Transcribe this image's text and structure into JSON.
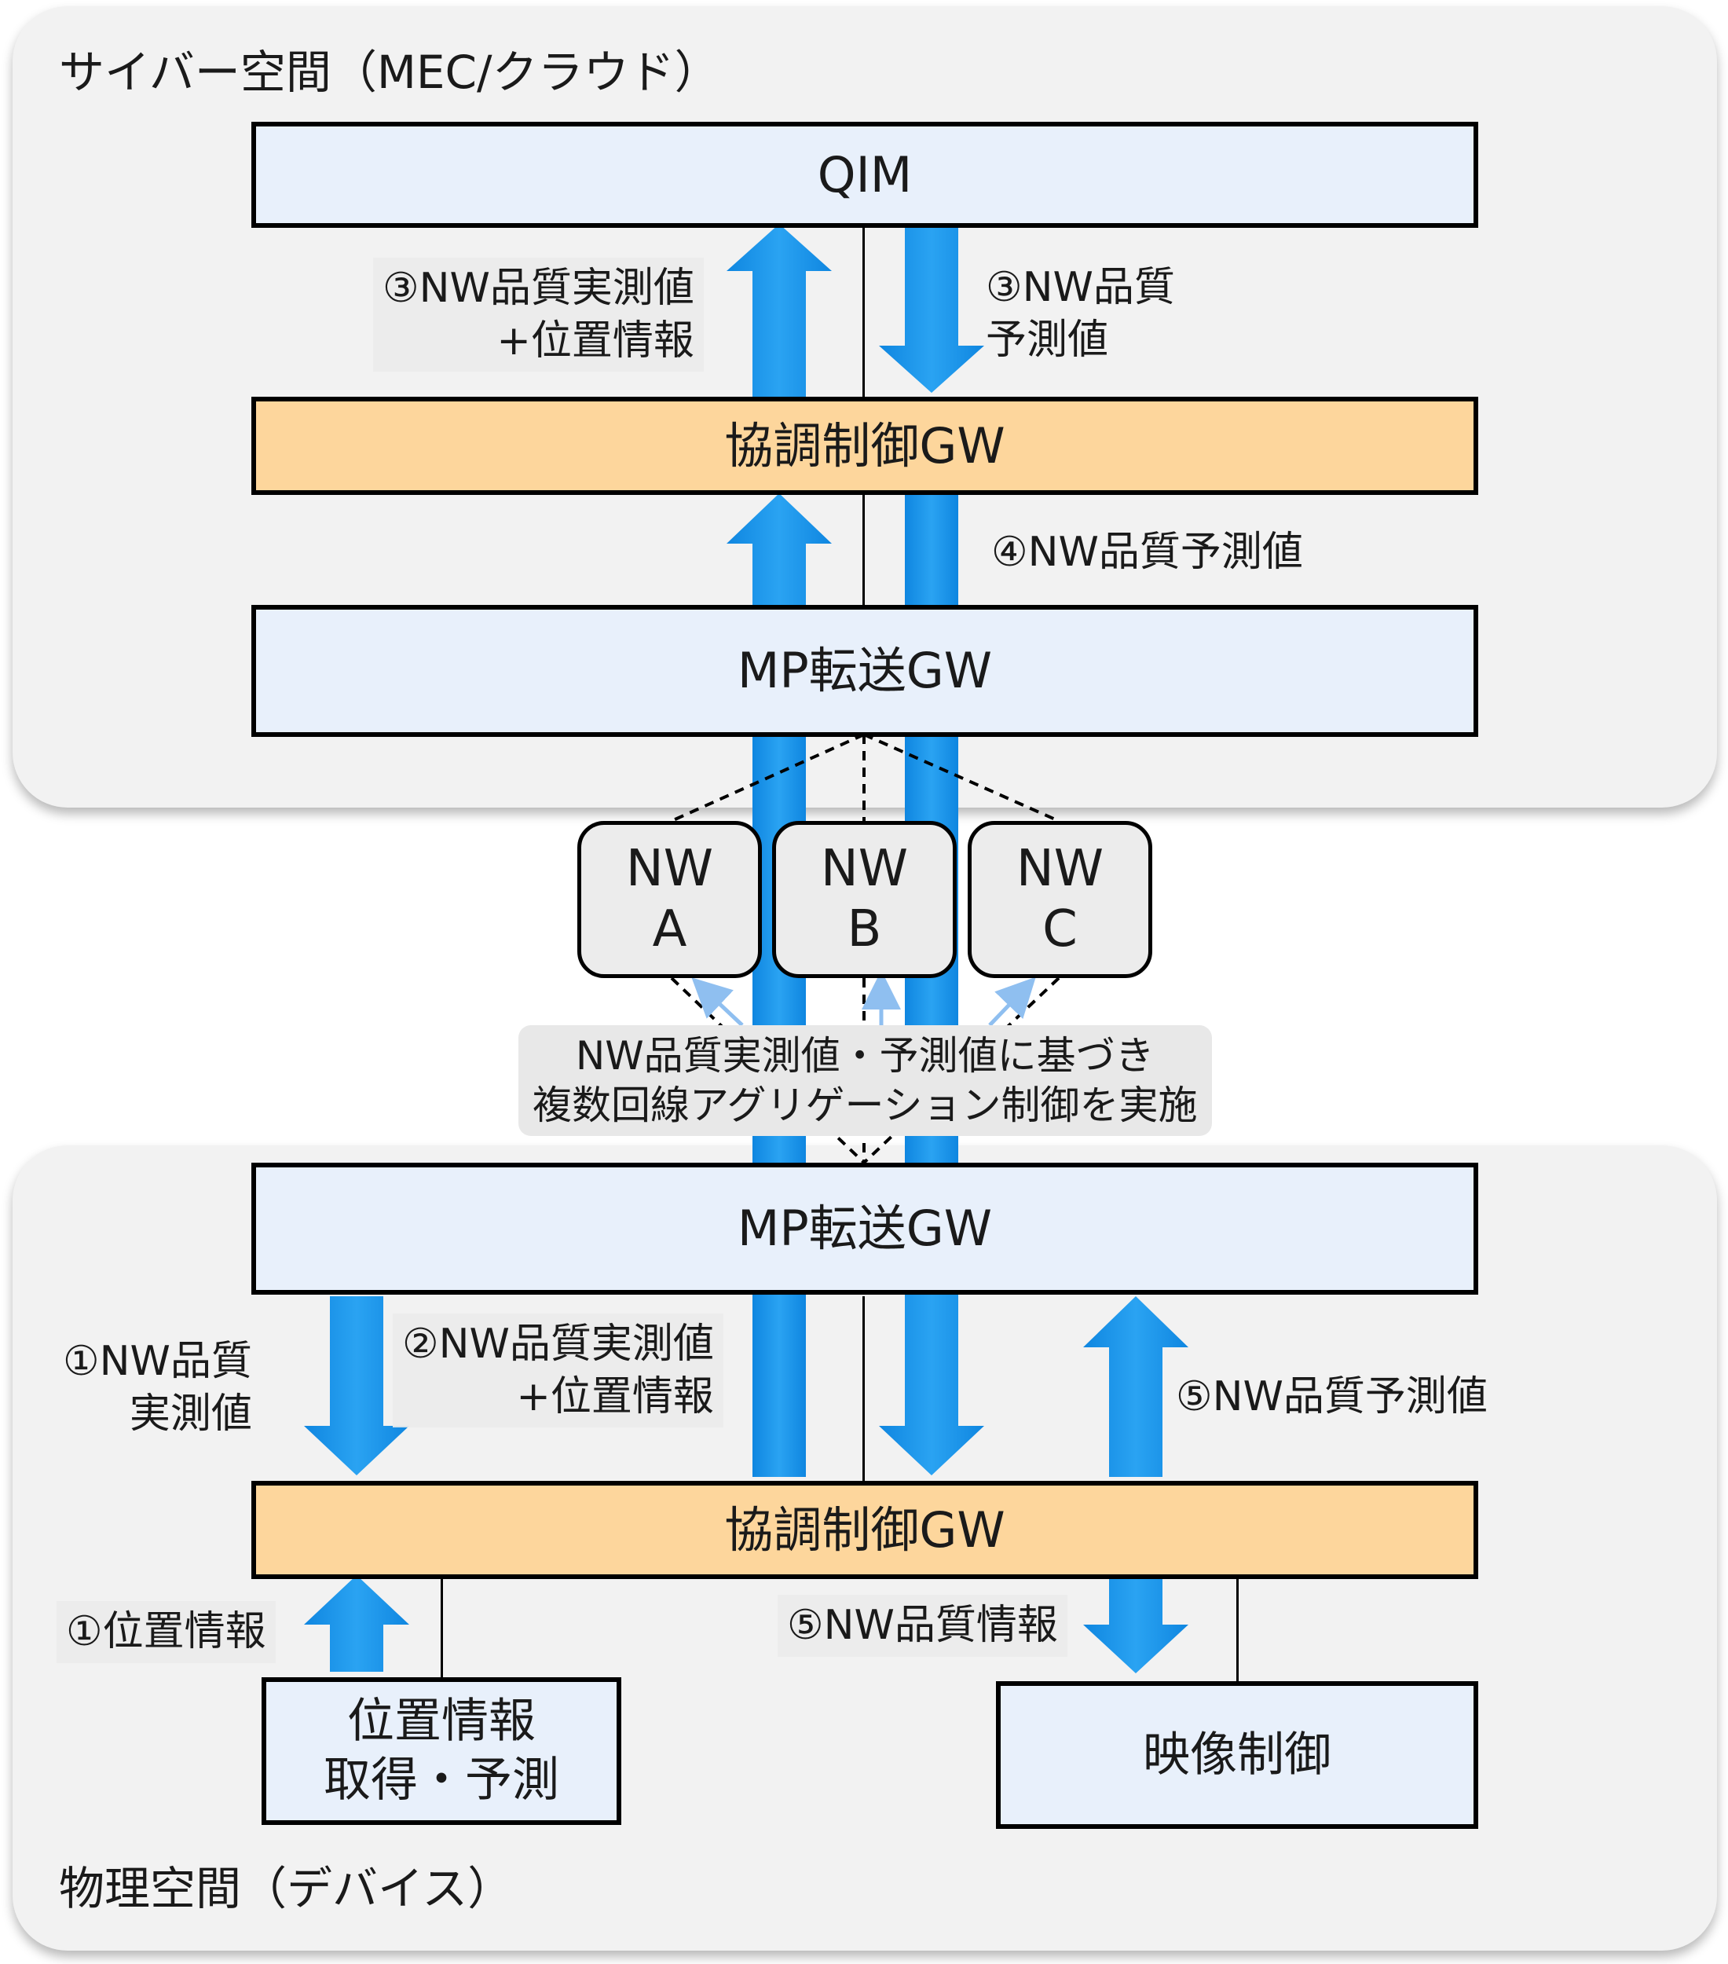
{
  "regions": {
    "cyber_title": "サイバー空間（MEC/クラウド）",
    "physical_title": "物理空間（デバイス）"
  },
  "boxes": {
    "qim": "QIM",
    "coord_gw_top": "協調制御GW",
    "mp_gw_top": "MP転送GW",
    "mp_gw_bottom": "MP転送GW",
    "coord_gw_bottom": "協調制御GW",
    "location_line1": "位置情報",
    "location_line2": "取得・予測",
    "video_control": "映像制御"
  },
  "networks": [
    {
      "line1": "NW",
      "line2": "A"
    },
    {
      "line1": "NW",
      "line2": "B"
    },
    {
      "line1": "NW",
      "line2": "C"
    }
  ],
  "labels": {
    "step3_up_line1": "③NW品質実測値",
    "step3_up_line2": "+位置情報",
    "step3_down_line1": "③NW品質",
    "step3_down_line2": "予測値",
    "step4": "④NW品質予測値",
    "step1_nw_line1": "①NW品質",
    "step1_nw_line2": "実測値",
    "step2_line1": "②NW品質実測値",
    "step2_line2": "+位置情報",
    "step5_pred": "⑤NW品質予測値",
    "step1_location": "①位置情報",
    "step5_info": "⑤NW品質情報"
  },
  "aggregation_note": {
    "line1": "NW品質実測値・予測値に基づき",
    "line2": "複数回線アグリゲーション制御を実施"
  },
  "colors": {
    "arrow": "#1a93e8",
    "arrow_edge": "#5ab8f5",
    "thin_arrow": "#8fbff0",
    "box_blue": "#e8f0fb",
    "box_orange": "#fdd69c",
    "region_bg": "#f2f2f2"
  }
}
